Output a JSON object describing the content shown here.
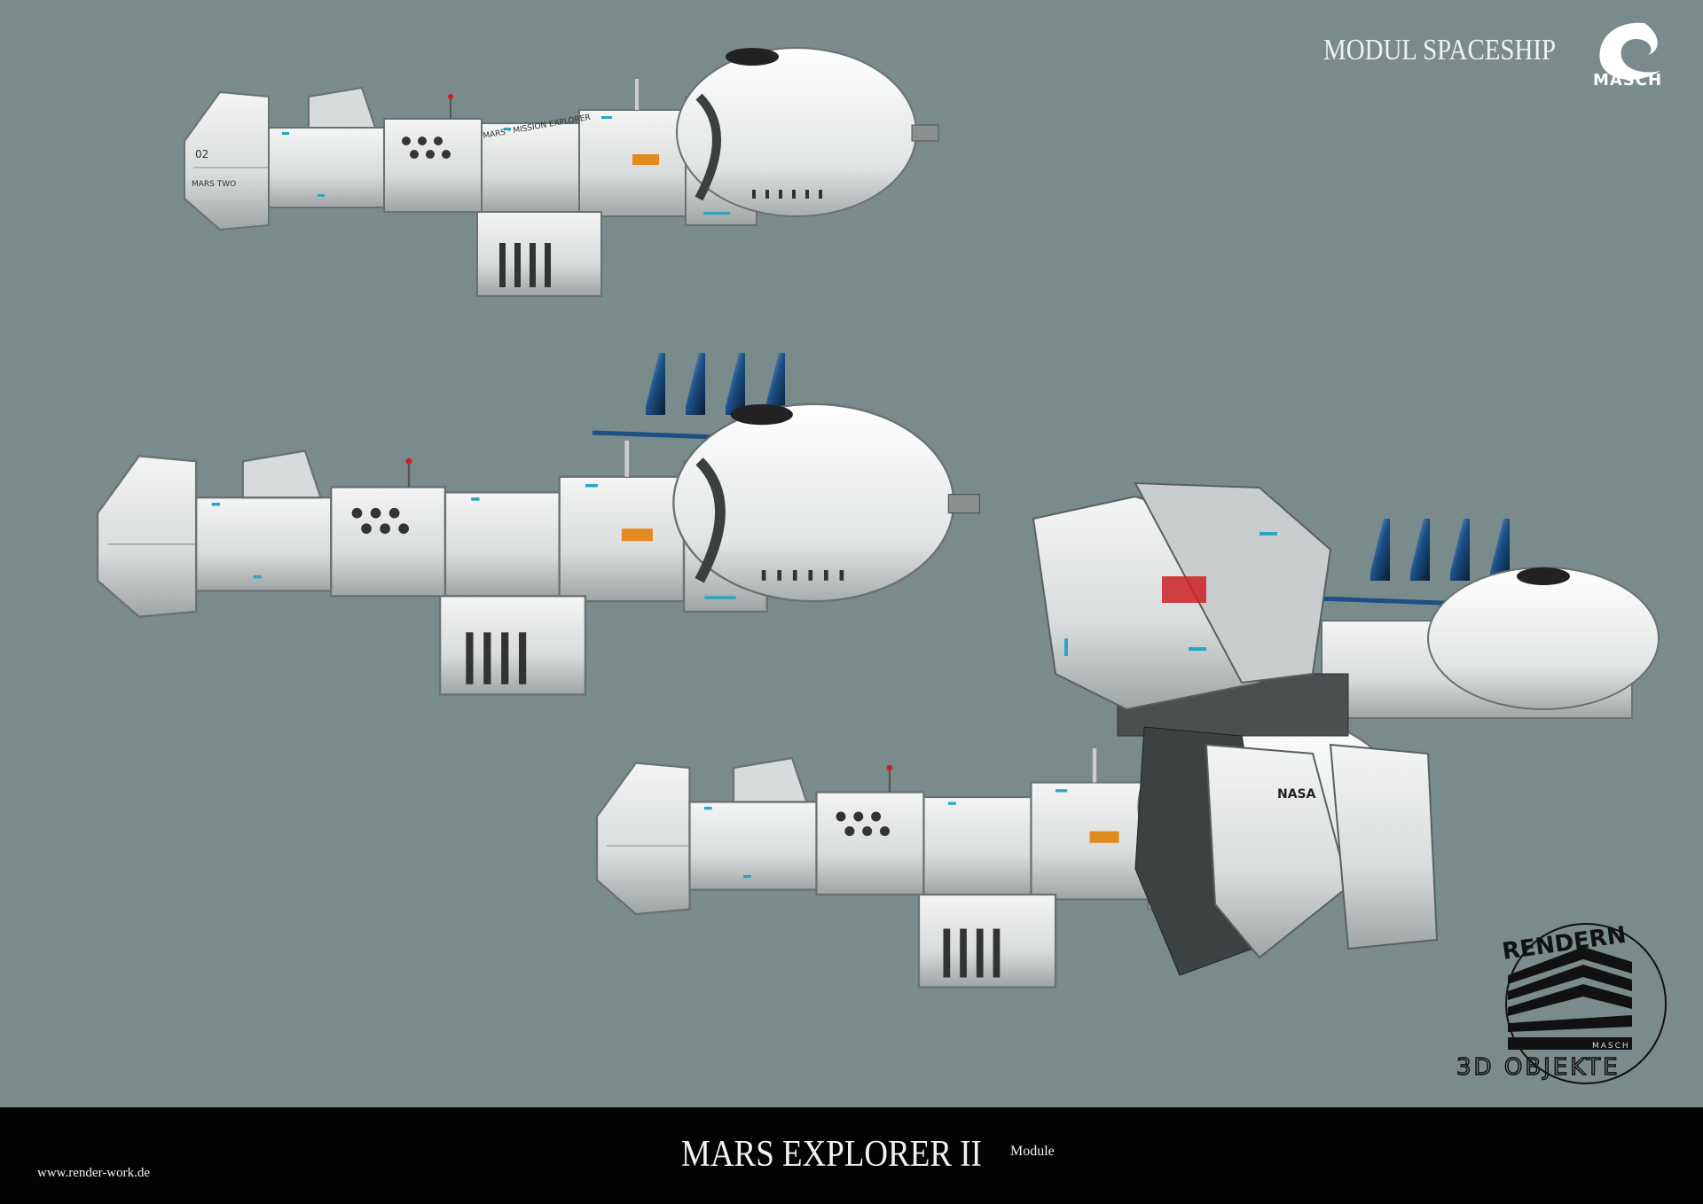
{
  "header": {
    "title": "MODUL SPACESHIP",
    "brand_logo_text": "MASCH"
  },
  "footer": {
    "title": "MARS EXPLORER II",
    "subtitle": "Module",
    "website": "www.render-work.de"
  },
  "watermark": {
    "line1": "RENDERN",
    "line2": "MASCH",
    "line3": "3D OBJEKTE"
  },
  "ship_labels": {
    "hull_number": "02",
    "hull_name": "MARS TWO",
    "mission": "MARS · MISSION EXPLORER",
    "agency": "NASA"
  },
  "colors": {
    "background": "#7a8b8b",
    "footer": "#030303",
    "hull": "#e6e8e8",
    "accent": "#2aa6c4"
  }
}
